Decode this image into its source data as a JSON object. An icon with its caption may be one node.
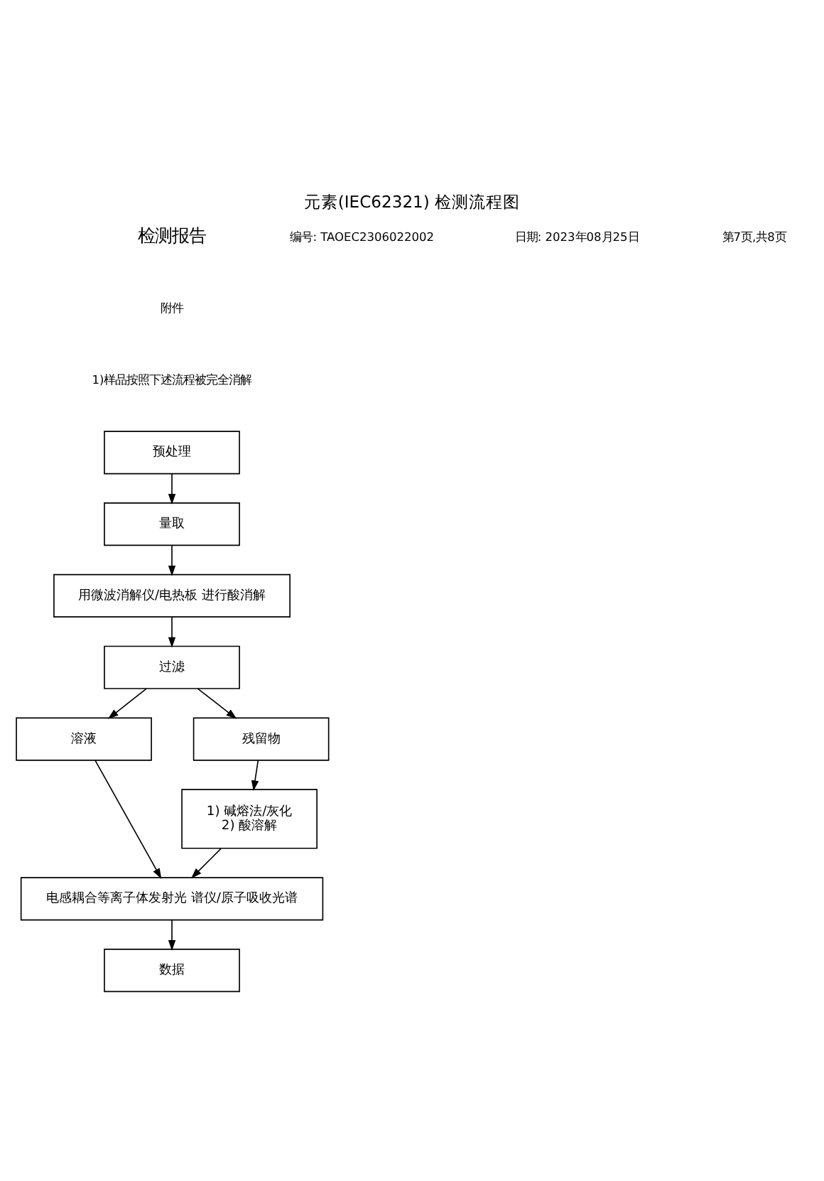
{
  "diagram": {
    "title": "元素(IEC62321) 检测流程图",
    "nodes": [
      {
        "text": [
          "预处理"
        ]
      },
      {
        "text": [
          "量取"
        ]
      },
      {
        "text": [
          "用微波消解仪/电热板 进行酸消解"
        ]
      },
      {
        "text": [
          "过滤"
        ]
      },
      {
        "text": [
          "溶液"
        ]
      },
      {
        "text": [
          "残留物"
        ]
      },
      {
        "text": [
          "1) 碱熔法/灰化",
          "2) 酸溶解"
        ]
      },
      {
        "text": [
          "电感耦合等离子体发射光 谱仪/原子吸收光谱"
        ]
      },
      {
        "text": [
          "数据"
        ]
      }
    ],
    "edges": [
      {
        "from": 0,
        "to": 1,
        "arrow": "to"
      },
      {
        "from": 1,
        "to": 2,
        "arrow": "to"
      },
      {
        "from": 2,
        "to": 3,
        "arrow": "to"
      },
      {
        "from": 3,
        "to": 4,
        "arrow": "to"
      },
      {
        "from": 3,
        "to": 5,
        "arrow": "to"
      },
      {
        "from": 5,
        "to": 6,
        "arrow": "to"
      },
      {
        "from": 4,
        "to": 7,
        "arrow": "to"
      },
      {
        "from": 6,
        "to": 7,
        "arrow": "to"
      },
      {
        "from": 7,
        "to": 8,
        "arrow": "to"
      }
    ],
    "labels": [
      "检测报告",
      "编号: TAOEC2306022002",
      "日期: 2023年08月25日",
      "第7页,共8页",
      "附件",
      "1)样品按照下述流程被完全消解"
    ]
  }
}
